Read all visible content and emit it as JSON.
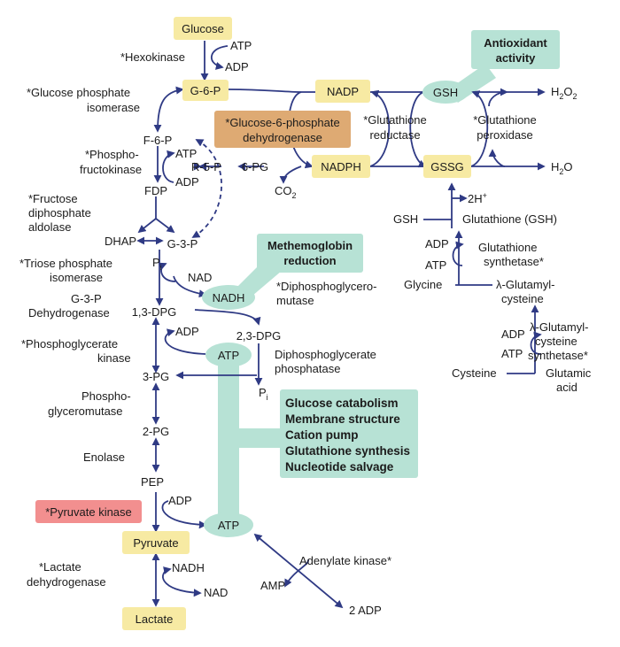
{
  "colors": {
    "arrow": "#2f3a84",
    "teal_band": "#b7e2d5",
    "teal_box": "#b7e2d5",
    "yellow_box": "#f7eaa3",
    "orange_box": "#deaa73",
    "red_box": "#f28f8f"
  },
  "metabolites": {
    "glucose": "Glucose",
    "g6p": "G-6-P",
    "f6p": "F-6-P",
    "fdp": "FDP",
    "dhap": "DHAP",
    "g3p": "G-3-P",
    "pi": "P",
    "pi_sub": "i",
    "bpg13": "1,3-DPG",
    "bpg23": "2,3-DPG",
    "pg3": "3-PG",
    "pg2": "2-PG",
    "pep": "PEP",
    "pyruvate": "Pyruvate",
    "lactate": "Lactate",
    "r5p": "R-5-P",
    "pg6": "6-PG",
    "co2": "CO",
    "co2_sub": "2",
    "nadp": "NADP",
    "nadph": "NADPH",
    "gsh": "GSH",
    "gssg": "GSSG",
    "h2o2_a": "H",
    "h2o2_sub": "2",
    "h2o2_b": "O",
    "h2o2_sub2": "2",
    "h2o_a": "H",
    "h2o_sub": "2",
    "h2o_b": "O",
    "two_h": "2H",
    "two_h_sup": "+",
    "gsh_left": "GSH",
    "glutathione": "Glutathione (GSH)",
    "glycine": "Glycine",
    "glutamyl_cys_1": "λ-Glutamyl-",
    "glutamyl_cys_2": "cysteine",
    "cysteine": "Cysteine",
    "glutamic_1": "Glutamic",
    "glutamic_2": "acid",
    "nadh_center": "NADH",
    "amp": "AMP",
    "two_adp": "2 ADP"
  },
  "cofactors": {
    "atp": "ATP",
    "adp": "ADP",
    "nad": "NAD",
    "nadh": "NADH"
  },
  "enzymes": {
    "hexokinase": "*Hexokinase",
    "gpi_1": "*Glucose phosphate",
    "gpi_2": "isomerase",
    "pfk_1": "*Phospho-",
    "pfk_2": "fructokinase",
    "aldolase_1": "*Fructose",
    "aldolase_2": "diphosphate",
    "aldolase_3": "aldolase",
    "tpi_1": "*Triose phosphate",
    "tpi_2": "isomerase",
    "g3pd_1": "G-3-P",
    "g3pd_2": "Dehydrogenase",
    "pgk_1": "*Phosphoglycerate",
    "pgk_2": "kinase",
    "pgm_1": "Phospho-",
    "pgm_2": "glyceromutase",
    "enolase": "Enolase",
    "pyruvate_kinase": "*Pyruvate kinase",
    "ldh_1": "*Lactate",
    "ldh_2": "dehydrogenase",
    "g6pd_1": "*Glucose-6-phosphate",
    "g6pd_2": "dehydrogenase",
    "gr_1": "*Glutathione",
    "gr_2": "reductase",
    "gpx_1": "*Glutathione",
    "gpx_2": "peroxidase",
    "gs_1": "Glutathione",
    "gs_2": "synthetase*",
    "gcs_1": "λ-Glutamyl-",
    "gcs_2": "cysteine",
    "gcs_3": "synthetase*",
    "dpgm_1": "*Diphosphoglycero-",
    "dpgm_2": "mutase",
    "dpgp_1": "Diphosphoglycerate",
    "dpgp_2": "phosphatase",
    "adenylate_kinase": "Adenylate kinase*"
  },
  "functions": {
    "antioxidant_1": "Antioxidant",
    "antioxidant_2": "activity",
    "methemoglobin_1": "Methemoglobin",
    "methemoglobin_2": "reduction",
    "atp_roles": [
      "Glucose catabolism",
      "Membrane structure",
      "Cation pump",
      "Glutathione synthesis",
      "Nucleotide salvage"
    ]
  }
}
